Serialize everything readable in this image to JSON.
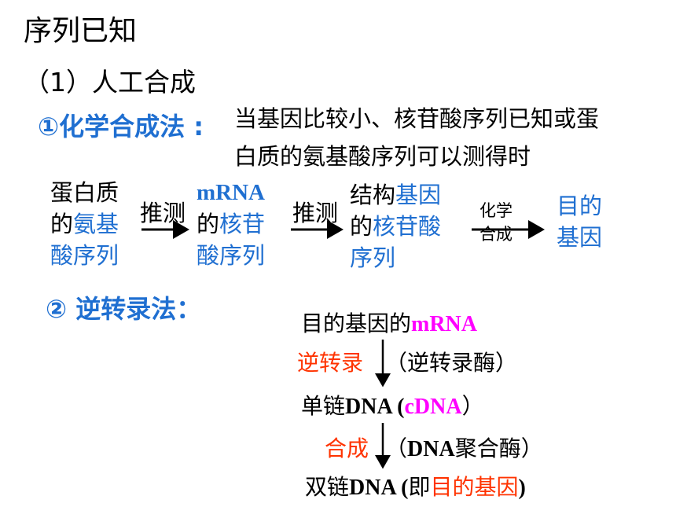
{
  "title": "序列已知",
  "subtitle": "（1）人工合成",
  "method1": {
    "label": "①化学合成法 :",
    "condition_line1": "当基因比较小、核苷酸序列已知或蛋",
    "condition_line2": "白质的氨基酸序列可以测得时"
  },
  "flow1": {
    "col1": {
      "l1": "蛋白质",
      "l2a": "的",
      "l2b": "氨基",
      "l3": "酸序列"
    },
    "arrow1": "推测",
    "col2": {
      "l1": "mRNA",
      "l2a": "的",
      "l2b": "核苷",
      "l3": "酸序列"
    },
    "arrow2": "推测",
    "col3": {
      "l1a": "结构",
      "l1b": "基因",
      "l2a": "的",
      "l2b": "核苷酸",
      "l3": "序列"
    },
    "arrow3": {
      "l1": "化学",
      "l2": "合成"
    },
    "col4": {
      "l1": "目的",
      "l2": "基因"
    }
  },
  "method2": {
    "label": "② 逆转录法："
  },
  "flow2": {
    "s1a": "目的基因的",
    "s1b": "mRNA",
    "s2a": "逆转录",
    "s2b": "（逆转录酶）",
    "s3a": "单链",
    "s3b": "DNA (",
    "s3c": "cDNA",
    "s3d": "）",
    "s4a": "合成",
    "s4b": "（",
    "s4c": "DNA",
    "s4d": "聚合酶）",
    "s5a": "双链",
    "s5b": "DNA (",
    "s5c": "即",
    "s5d": "目的基因",
    "s5e": ")"
  },
  "colors": {
    "blue": "#1f6fd1",
    "magenta": "#ff00ff",
    "red": "#ff3300"
  }
}
